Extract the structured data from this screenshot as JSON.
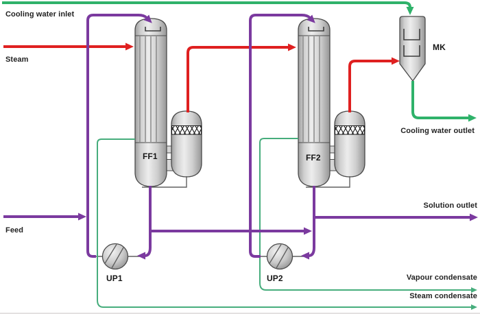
{
  "diagram_type": "process-flow-diagram",
  "labels": {
    "cooling_water_inlet": "Cooling water inlet",
    "steam": "Steam",
    "feed": "Feed",
    "solution_outlet": "Solution outlet",
    "cooling_water_outlet": "Cooling water outlet",
    "vapour_condensate": "Vapour condensate",
    "steam_condensate": "Steam condensate"
  },
  "units": {
    "evaporator1": "FF1",
    "evaporator2": "FF2",
    "pump1": "UP1",
    "pump2": "UP2",
    "condenser": "MK"
  },
  "colors": {
    "solution": "#7b3a9f",
    "steam": "#df2020",
    "cooling": "#2fb26a",
    "condensate": "#46ad7c",
    "outline": "#4a4a4a",
    "label": "#222222"
  },
  "symbols": {
    "pump_symbol": "circle-with-impeller-chords",
    "evaporator_symbol": "tube-column-with-separator-vessel",
    "condenser_symbol": "cone-bottom-vessel",
    "demister_symbol": "crosshatch-band"
  }
}
